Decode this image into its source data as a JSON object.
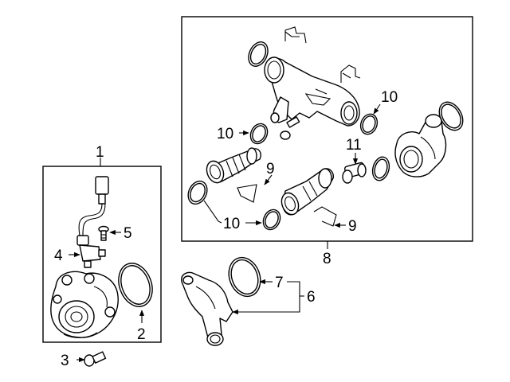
{
  "callouts": {
    "c1": "1",
    "c2": "2",
    "c3": "3",
    "c4": "4",
    "c5": "5",
    "c6": "6",
    "c7": "7",
    "c8": "8",
    "c9a": "9",
    "c9b": "9",
    "c10a": "10",
    "c10b": "10",
    "c10c": "10",
    "c11": "11"
  }
}
